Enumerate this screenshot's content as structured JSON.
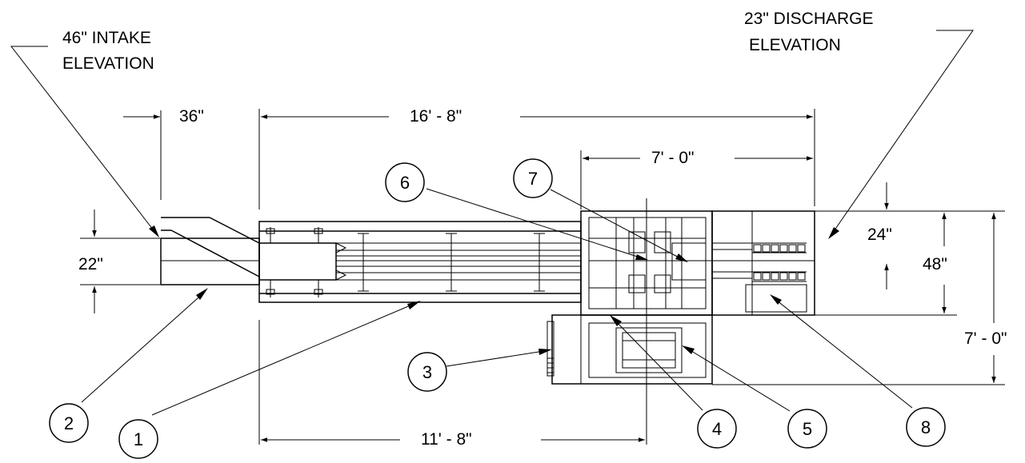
{
  "notes": {
    "intake": [
      "46\" INTAKE",
      "ELEVATION"
    ],
    "discharge": [
      "23\" DISCHARGE",
      "ELEVATION"
    ]
  },
  "dimensions": {
    "intake_length": "36\"",
    "overall_length": "16' - 8\"",
    "head_length": "7' - 0\"",
    "intake_width": "22\"",
    "discharge_offset": "24\"",
    "belt_width": "48\"",
    "overall_width": "7' - 0\"",
    "bed_length": "11' - 8\""
  },
  "callouts": [
    "1",
    "2",
    "3",
    "4",
    "5",
    "6",
    "7",
    "8"
  ]
}
